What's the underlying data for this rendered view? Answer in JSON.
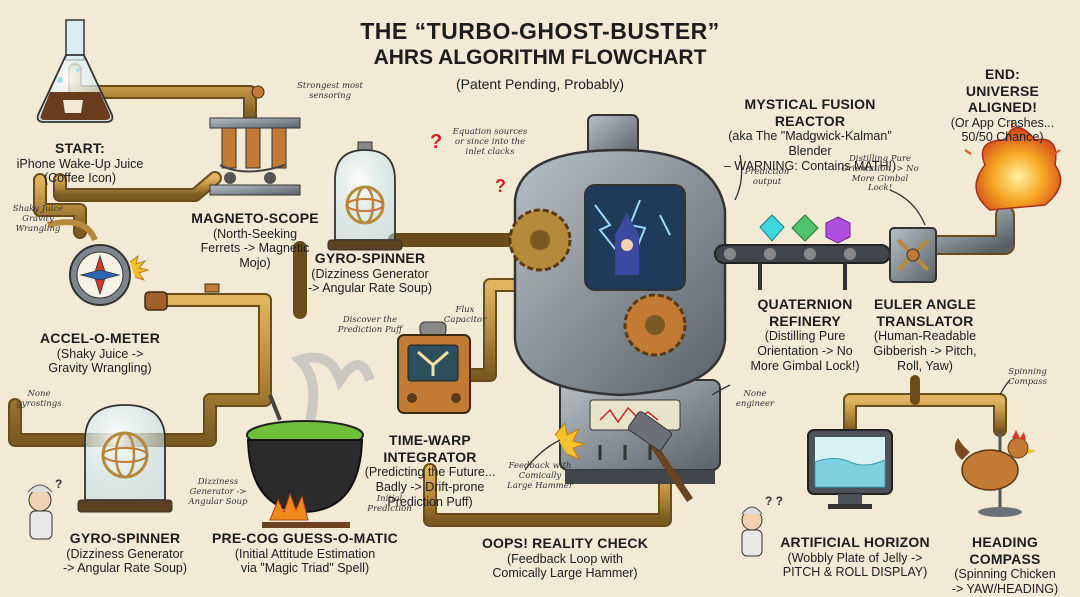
{
  "title_line1": "THE “TURBO-GHOST-BUSTER”",
  "title_line2": "AHRS ALGORITHM FLOWCHART",
  "subtitle": "(Patent Pending, Probably)",
  "nodes": {
    "start": {
      "title": "START:",
      "lines": [
        "iPhone Wake-Up Juice",
        "(Coffee Icon)"
      ]
    },
    "magneto": {
      "title": "MAGNETO-SCOPE",
      "lines": [
        "(North-Seeking",
        "Ferrets -> Magnetic",
        "Mojo)"
      ]
    },
    "accel": {
      "title": "ACCEL-O-METER",
      "lines": [
        "(Shaky Juice ->",
        "Gravity Wrangling)"
      ]
    },
    "gyro_top": {
      "title": "GYRO-SPINNER",
      "lines": [
        "(Dizziness Generator",
        "-> Angular Rate Soup)"
      ]
    },
    "gyro_bottom": {
      "title": "GYRO-SPINNER",
      "lines": [
        "(Dizziness Generator",
        "-> Angular Rate Soup)"
      ]
    },
    "precog": {
      "title": "PRE-COG GUESS-O-MATIC",
      "lines": [
        "(Initial Attitude Estimation",
        "via \"Magic Triad\" Spell)"
      ]
    },
    "timewarp": {
      "title": "TIME-WARP INTEGRATOR",
      "lines": [
        "(Predicting the Future...",
        "Badly -> Drift-prone",
        "Prediction Puff)"
      ]
    },
    "reality": {
      "title": "OOPS! REALITY CHECK",
      "lines": [
        "(Feedback Loop with",
        "Comically Large Hammer)"
      ]
    },
    "fusion": {
      "title": "MYSTICAL FUSION REACTOR",
      "lines": [
        "(aka The \"Madgwick-Kalman\" Blender",
        "– WARNING: Contains MATH!)"
      ]
    },
    "quaternion": {
      "title_lines": [
        "QUATERNION",
        "REFINERY"
      ],
      "lines": [
        "(Distilling Pure",
        "Orientation -> No",
        "More Gimbal Lock!)"
      ]
    },
    "euler": {
      "title_lines": [
        "EULER ANGLE",
        "TRANSLATOR"
      ],
      "lines": [
        "(Human-Readable",
        "Gibberish -> Pitch,",
        "Roll, Yaw)"
      ]
    },
    "end": {
      "title_lines": [
        "END:",
        "UNIVERSE ALIGNED!"
      ],
      "lines": [
        "(Or App Crashes...",
        "50/50 Chance)"
      ]
    },
    "horizon": {
      "title": "ARTIFICIAL HORIZON",
      "lines": [
        "(Wobbly Plate of Jelly ->",
        "PITCH & ROLL DISPLAY)"
      ]
    },
    "compass": {
      "title": "HEADING COMPASS",
      "lines": [
        "(Spinning Chicken",
        "-> YAW/HEADING)"
      ]
    }
  },
  "notes": {
    "strongest_sensoring": "Strongest most sensoring",
    "shaky_juice": "Shaky Juice Gravity Wrangling",
    "none_gyrostings": "None gyrostings",
    "dizziness_soup": "Dizziness Generator -> Angular Soup",
    "discover_puff": "Discover the Prediction Puff",
    "flux_capacitor": "Flux Capacitor",
    "equation_note": "Equation sources or since into the inlet clacks",
    "prediction_output": "Prediction output",
    "distilling_note": "Distilling Pure Orientation -> No More Gimbal Lock!",
    "none_engineer": "None engineer",
    "feedback_hammer": "Feedback with Comically Large Hammer",
    "initial_prediction": "Initial Prediction",
    "spinning_compass": "Spinning Compass",
    "horizon_display": "Δ/\\"
  },
  "colors": {
    "background": "#f3ead6",
    "pipe": "#b58a3c",
    "pipe_dark": "#7a5a22",
    "metal": "#8e98a0",
    "metal_dark": "#4c5258",
    "copper": "#c27a35",
    "potion": "#6fbf3a",
    "fire": "#f08a1c",
    "gem_cyan": "#3fd6e0",
    "gem_green": "#4fc46a",
    "gem_purple": "#b14fe0"
  }
}
